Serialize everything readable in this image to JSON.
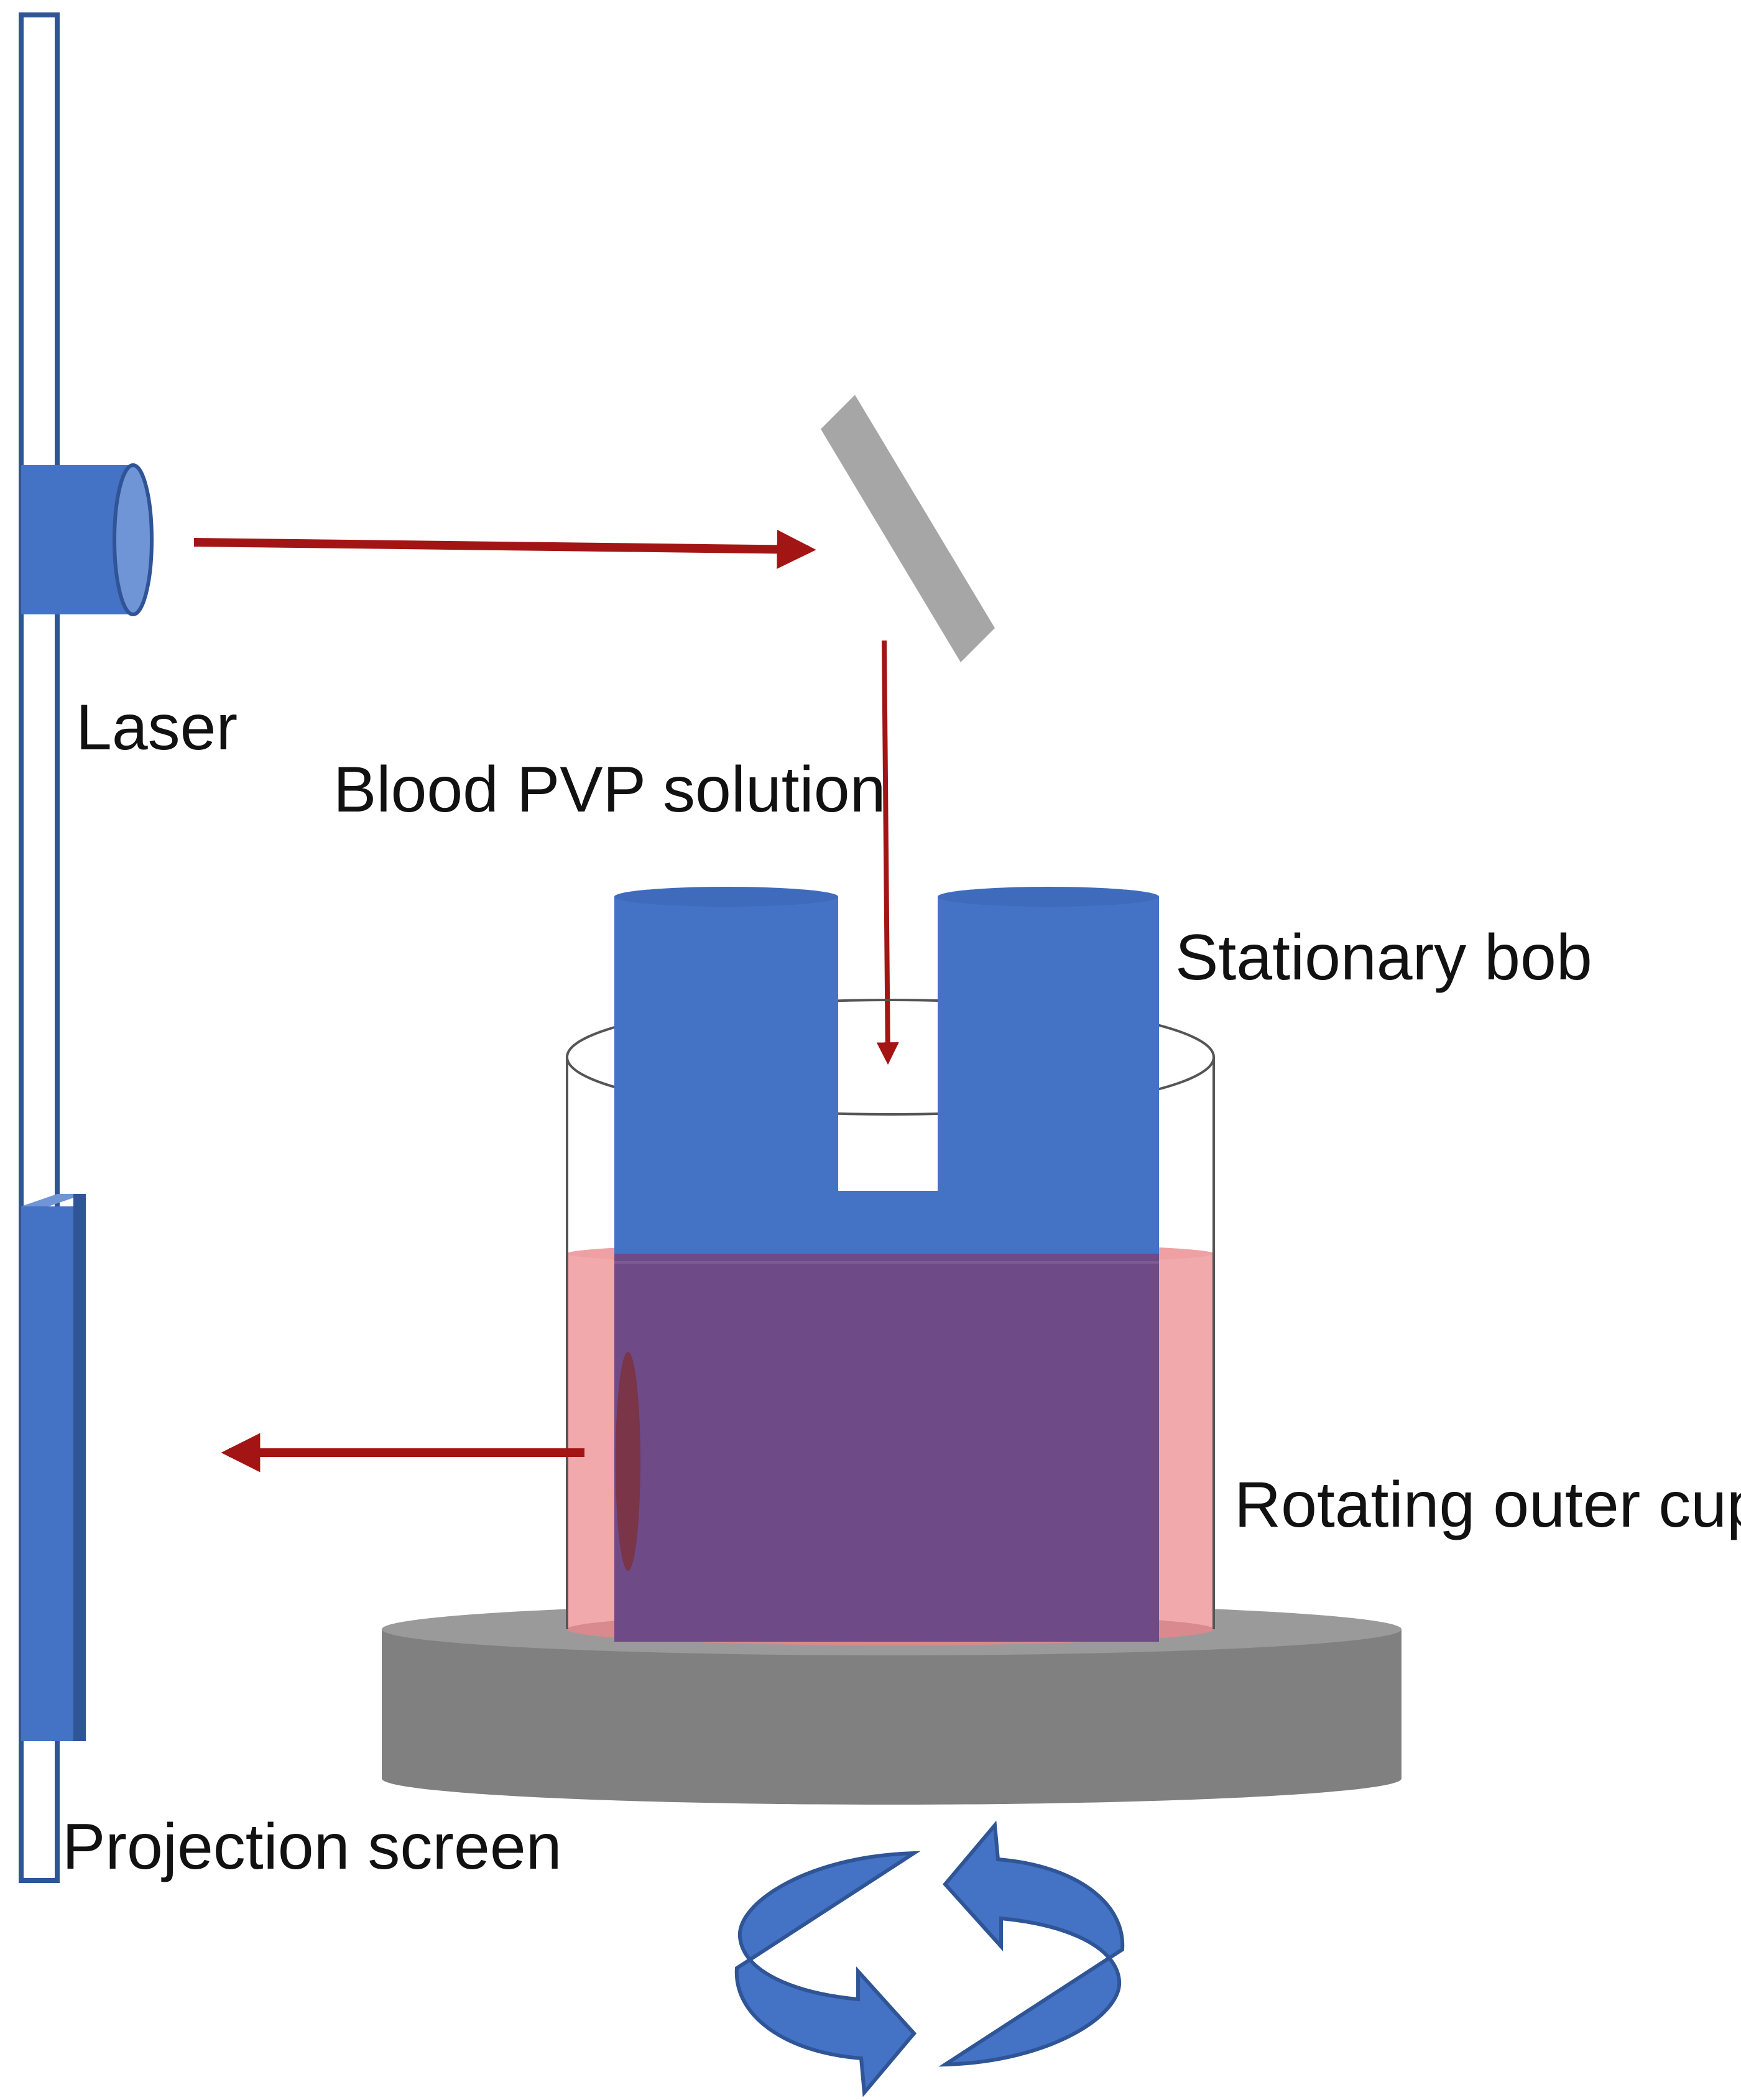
{
  "labels": {
    "laser": "Laser",
    "blood_pvp_solution": "Blood PVP solution",
    "stationary_bob": "Stationary bob",
    "rotating_outer_cup": "Rotating outer cup",
    "projection_screen": "Projection screen"
  },
  "colors": {
    "equipment_blue": "#4472C4",
    "equipment_blue_dark": "#2F5597",
    "beam_red": "#A31515",
    "mirror_gray": "#A6A6A6",
    "base_gray": "#808080",
    "solution_pink": "#F2A9AB",
    "bob_in_solution_purple": "#6E4A87",
    "scatter_spot": "#7A3548"
  },
  "icons": {
    "rotation": "rotation-arrows-icon"
  }
}
